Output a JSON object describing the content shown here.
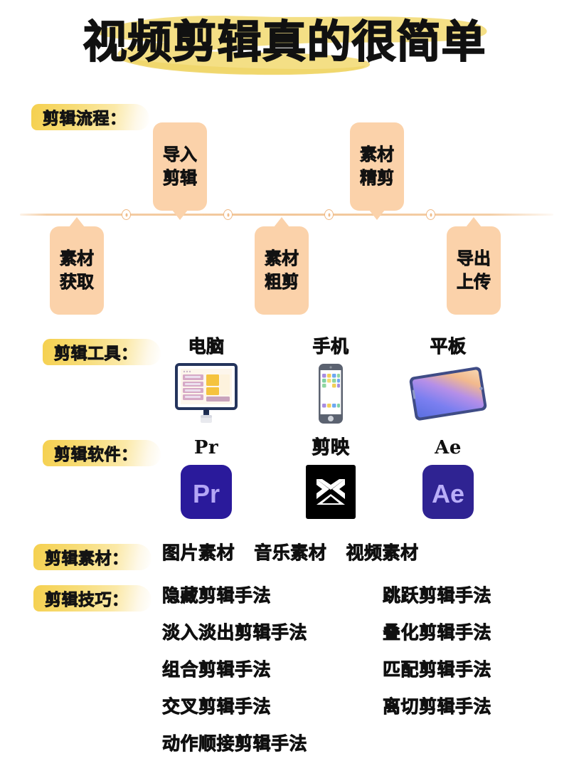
{
  "title": {
    "text": "视频剪辑真的很简单"
  },
  "theme": {
    "highlight_yellow": "#f5d04f",
    "callout_orange": "#fbd2aa",
    "timeline_orange": "#f2c79a",
    "text_black": "#101010",
    "background": "#ffffff"
  },
  "sections": {
    "flow": {
      "label": "剪辑流程："
    },
    "tools": {
      "label": "剪辑工具："
    },
    "software": {
      "label": "剪辑软件："
    },
    "materials": {
      "label": "剪辑素材："
    },
    "techniques": {
      "label": "剪辑技巧："
    }
  },
  "flow_steps": [
    {
      "line1": "素材",
      "line2": "获取",
      "position": "below",
      "index": 1
    },
    {
      "line1": "导入",
      "line2": "剪辑",
      "position": "above",
      "index": 2
    },
    {
      "line1": "素材",
      "line2": "粗剪",
      "position": "below",
      "index": 3
    },
    {
      "line1": "素材",
      "line2": "精剪",
      "position": "above",
      "index": 4
    },
    {
      "line1": "导出",
      "line2": "上传",
      "position": "below",
      "index": 5
    }
  ],
  "timeline": {
    "markers": 4
  },
  "tools": [
    {
      "name": "电脑",
      "icon": "desktop-monitor-icon"
    },
    {
      "name": "手机",
      "icon": "smartphone-icon"
    },
    {
      "name": "平板",
      "icon": "tablet-icon"
    }
  ],
  "software": [
    {
      "name": "Pr",
      "logo": "premiere-pro-logo",
      "logo_text": "Pr",
      "bg": "#2a1a9b",
      "fg": "#b3a6f5"
    },
    {
      "name": "剪映",
      "logo": "capcut-logo",
      "logo_text": "",
      "bg": "#000000",
      "fg": "#ffffff"
    },
    {
      "name": "Ae",
      "logo": "after-effects-logo",
      "logo_text": "Ae",
      "bg": "#2f2392",
      "fg": "#b9aef8"
    }
  ],
  "materials": [
    "图片素材",
    "音乐素材",
    "视频素材"
  ],
  "techniques": {
    "left": [
      "隐藏剪辑手法",
      "淡入淡出剪辑手法",
      "组合剪辑手法",
      "交叉剪辑手法",
      "动作顺接剪辑手法"
    ],
    "right": [
      "跳跃剪辑手法",
      "叠化剪辑手法",
      "匹配剪辑手法",
      "离切剪辑手法"
    ]
  }
}
